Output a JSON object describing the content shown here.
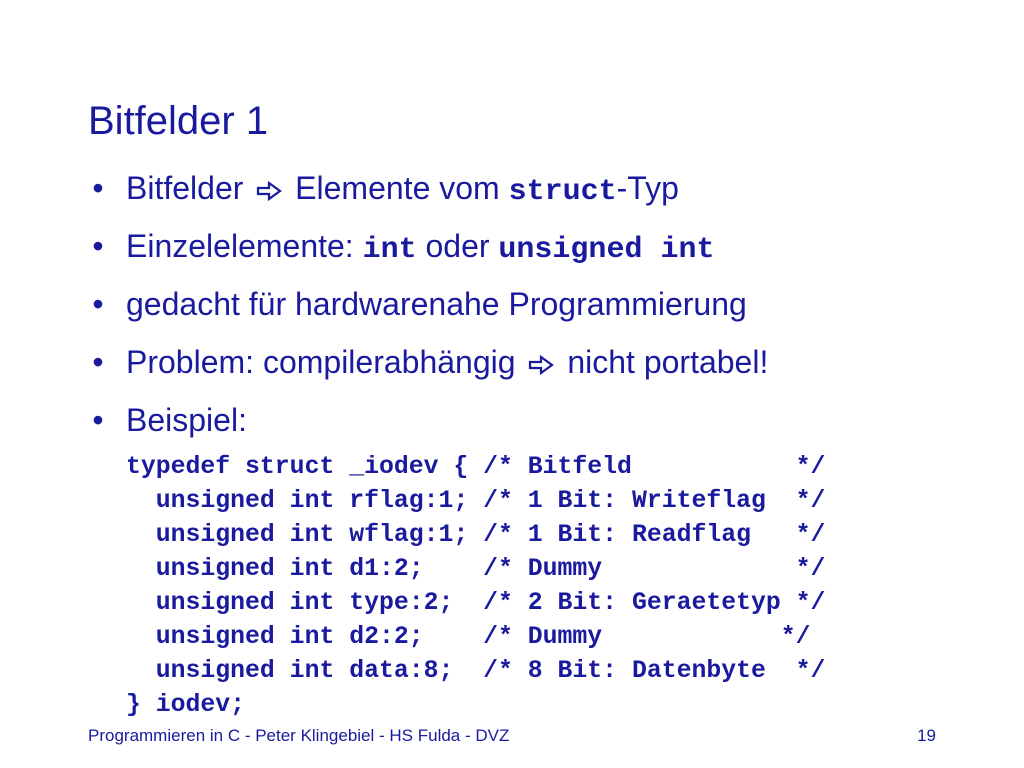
{
  "slide": {
    "title": "Bitfelder 1",
    "bullets": {
      "b1": {
        "prefix": "Bitfelder",
        "mid": "Elemente vom",
        "code": "struct",
        "suffix": "-Typ"
      },
      "b2": {
        "prefix": "Einzelelemente: ",
        "code1": "int",
        "mid": " oder ",
        "code2": "unsigned int"
      },
      "b3": {
        "text": "gedacht für hardwarenahe Programmierung"
      },
      "b4": {
        "prefix": "Problem: compilerabhängig",
        "suffix": "nicht portabel!"
      },
      "b5": {
        "text": "Beispiel:"
      }
    },
    "code_lines": [
      "typedef struct _iodev { /* Bitfeld           */",
      "  unsigned int rflag:1; /* 1 Bit: Writeflag  */",
      "  unsigned int wflag:1; /* 1 Bit: Readflag   */",
      "  unsigned int d1:2;    /* Dummy             */",
      "  unsigned int type:2;  /* 2 Bit: Geraetetyp */",
      "  unsigned int d2:2;    /* Dummy            */",
      "  unsigned int data:8;  /* 8 Bit: Datenbyte  */",
      "} iodev;"
    ]
  },
  "footer": {
    "left": "Programmieren in C - Peter Klingebiel - HS Fulda - DVZ",
    "page_number": "19"
  },
  "icons": {
    "bullet": "bullet-dot-icon",
    "arrow": "outline-right-arrow-icon"
  },
  "colors": {
    "text": "#1a1a9e",
    "background": "#ffffff"
  }
}
